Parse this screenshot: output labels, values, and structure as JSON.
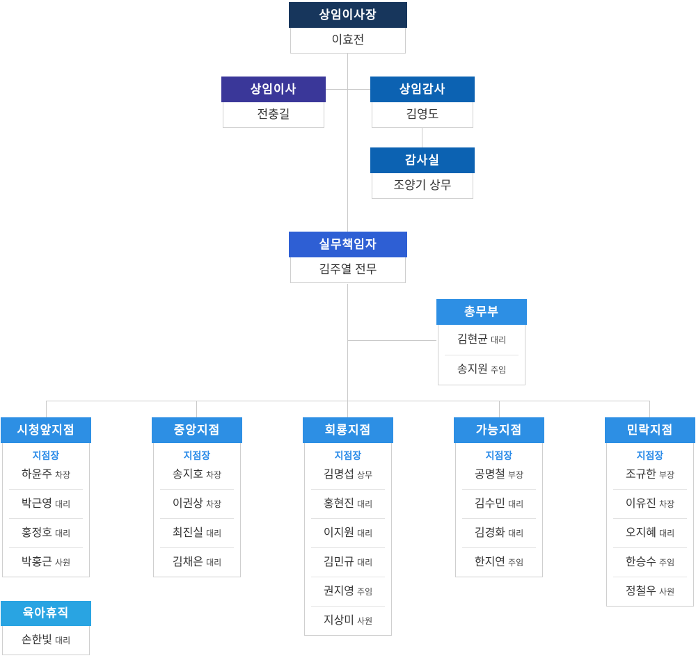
{
  "palette": {
    "navy": "#17365c",
    "indigo": "#3a3799",
    "blue": "#0c62b2",
    "royal_blue": "#2e5fd4",
    "sky_blue": "#2d8fe4",
    "light_cyan_blue": "#29a4e2",
    "connector_gray": "#c9c9c9",
    "leader_label_blue": "#2d8ce8"
  },
  "nodes": {
    "chairman": {
      "title": "상임이사장",
      "name": "이효전"
    },
    "director": {
      "title": "상임이사",
      "name": "전충길"
    },
    "auditor": {
      "title": "상임감사",
      "name": "김영도"
    },
    "audit_office": {
      "title": "감사실",
      "name": "조양기 상무"
    },
    "executive": {
      "title": "실무책임자",
      "name": "김주열 전무"
    },
    "general_affairs": {
      "title": "총무부",
      "members": [
        {
          "name": "김현균",
          "title": "대리"
        },
        {
          "name": "송지원",
          "title": "주임"
        }
      ]
    },
    "parental_leave": {
      "title": "육아휴직",
      "members": [
        {
          "name": "손한빛",
          "title": "대리"
        }
      ]
    }
  },
  "branches": [
    {
      "title": "시청앞지점",
      "leader_label": "지점장",
      "leader": {
        "name": "하윤주",
        "title": "차장"
      },
      "members": [
        {
          "name": "박근영",
          "title": "대리"
        },
        {
          "name": "홍정호",
          "title": "대리"
        },
        {
          "name": "박홍근",
          "title": "사원"
        }
      ]
    },
    {
      "title": "중앙지점",
      "leader_label": "지점장",
      "leader": {
        "name": "송지호",
        "title": "차장"
      },
      "members": [
        {
          "name": "이권상",
          "title": "차장"
        },
        {
          "name": "최진실",
          "title": "대리"
        },
        {
          "name": "김채은",
          "title": "대리"
        }
      ]
    },
    {
      "title": "회룡지점",
      "leader_label": "지점장",
      "leader": {
        "name": "김명섭",
        "title": "상무"
      },
      "members": [
        {
          "name": "홍현진",
          "title": "대리"
        },
        {
          "name": "이지원",
          "title": "대리"
        },
        {
          "name": "김민규",
          "title": "대리"
        },
        {
          "name": "권지영",
          "title": "주임"
        },
        {
          "name": "지상미",
          "title": "사원"
        }
      ]
    },
    {
      "title": "가능지점",
      "leader_label": "지점장",
      "leader": {
        "name": "공명철",
        "title": "부장"
      },
      "members": [
        {
          "name": "김수민",
          "title": "대리"
        },
        {
          "name": "김경화",
          "title": "대리"
        },
        {
          "name": "한지연",
          "title": "주임"
        }
      ]
    },
    {
      "title": "민락지점",
      "leader_label": "지점장",
      "leader": {
        "name": "조규한",
        "title": "부장"
      },
      "members": [
        {
          "name": "이유진",
          "title": "차장"
        },
        {
          "name": "오지혜",
          "title": "대리"
        },
        {
          "name": "한승수",
          "title": "주임"
        },
        {
          "name": "정철우",
          "title": "사원"
        }
      ]
    }
  ]
}
